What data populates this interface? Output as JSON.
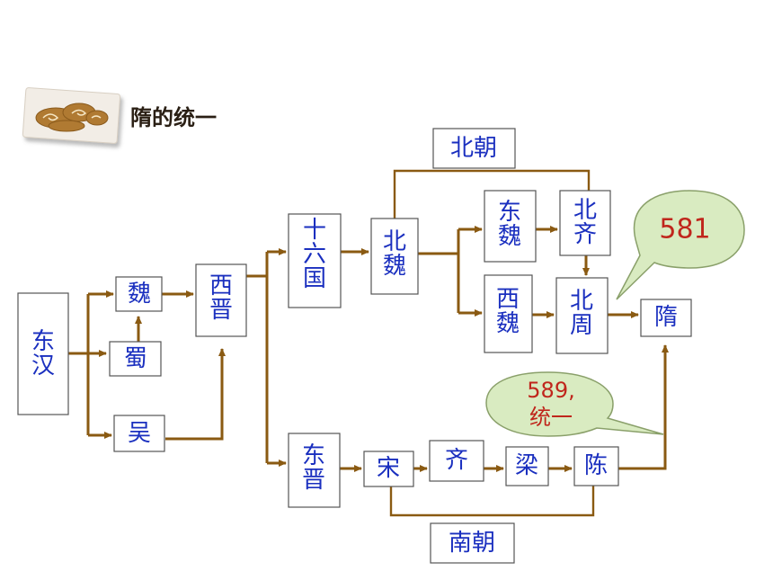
{
  "title": "隋的统一",
  "nodes": {
    "donghan": "东汉",
    "wei": "魏",
    "shu": "蜀",
    "wu": "吴",
    "xijin": "西晋",
    "shiliuguo": "十六国",
    "dongjin": "东晋",
    "beiwei": "北魏",
    "dongwei": "东魏",
    "xiwei": "西魏",
    "beiqi": "北齐",
    "beizhou": "北周",
    "sui": "隋",
    "song": "宋",
    "qi": "齐",
    "liang": "梁",
    "chen": "陈"
  },
  "groups": {
    "north": "北朝",
    "south": "南朝"
  },
  "callouts": {
    "c581": "581",
    "c589_line1": "589,",
    "c589_line2": "统一"
  },
  "colors": {
    "arrow": "#8a5a12",
    "node_text": "#1a2fbf",
    "callout_fill": "#d9ebc1",
    "callout_text": "#c0261c"
  }
}
